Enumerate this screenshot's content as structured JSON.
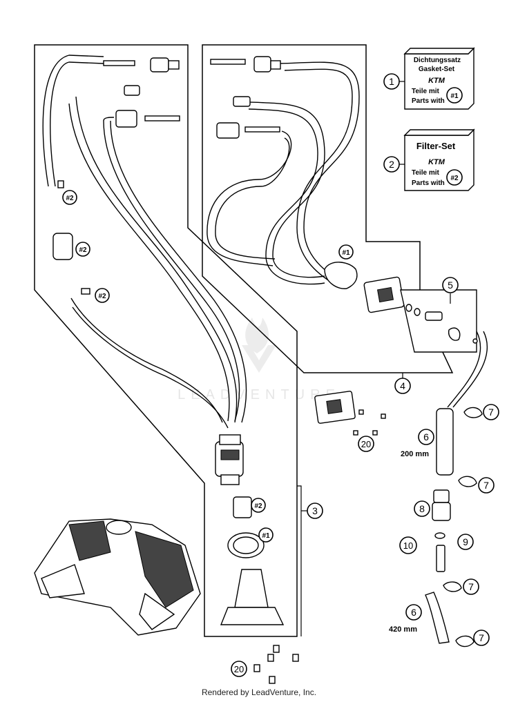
{
  "watermark": "LEADVENTURE",
  "footer": "Rendered by LeadVenture, Inc.",
  "kits": {
    "gasket": {
      "title_line1": "Dichtungssatz",
      "title_line2": "Gasket-Set",
      "brand": "KTM",
      "note_line1": "Teile mit",
      "note_line2": "Parts with",
      "ref": "#1"
    },
    "filter": {
      "title": "Filter-Set",
      "brand": "KTM",
      "note_line1": "Teile mit",
      "note_line2": "Parts with",
      "ref": "#2"
    }
  },
  "callouts": {
    "c1": "1",
    "c2": "2",
    "c3": "3",
    "c4": "4",
    "c5": "5",
    "c6a": "6",
    "c6b": "6",
    "c7a": "7",
    "c7b": "7",
    "c7c": "7",
    "c7d": "7",
    "c8": "8",
    "c9": "9",
    "c10": "10",
    "c20a": "20",
    "c20b": "20"
  },
  "refs": {
    "r2a": "#2",
    "r2b": "#2",
    "r2c": "#2",
    "r1a": "#1",
    "r2d": "#2",
    "r1b": "#1"
  },
  "lengths": {
    "hose_short": "200 mm",
    "hose_long": "420 mm"
  }
}
